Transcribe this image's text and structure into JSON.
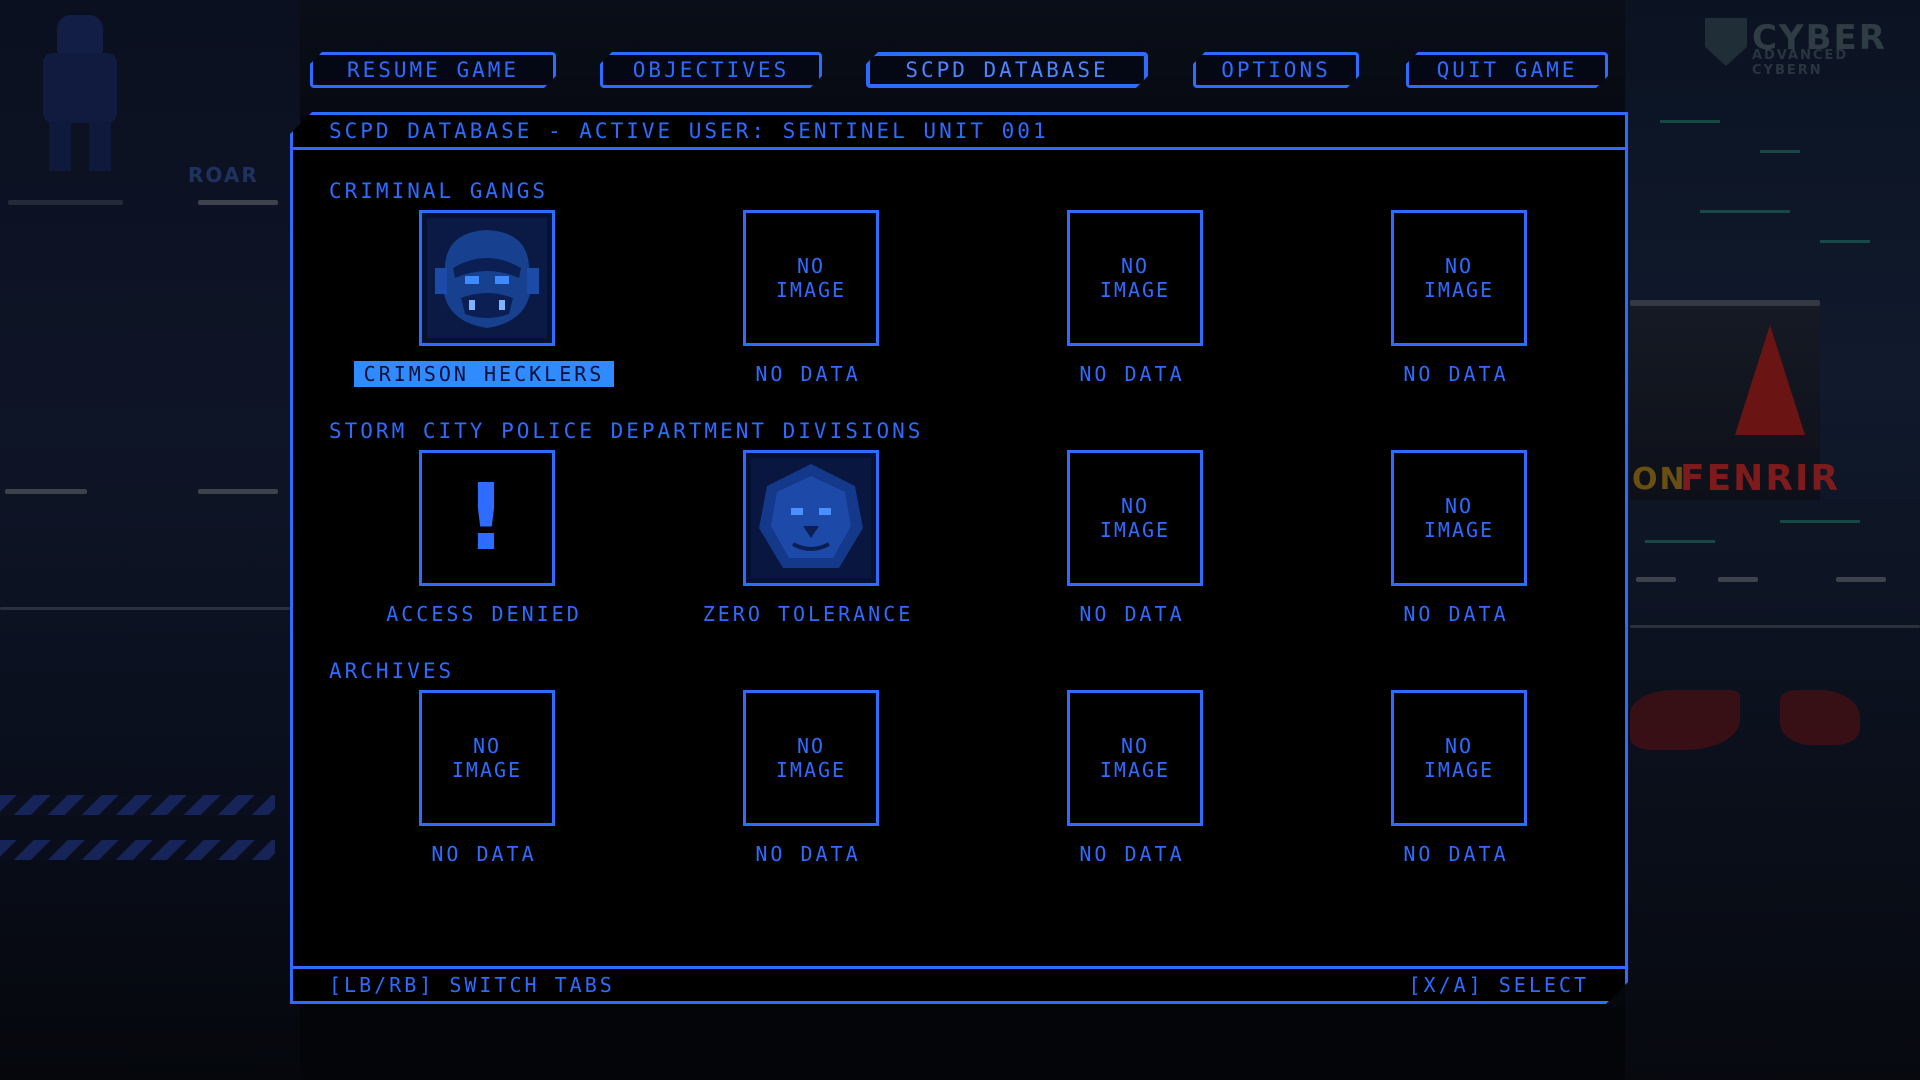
{
  "menu": {
    "resume": "RESUME GAME",
    "objectives": "OBJECTIVES",
    "database": "SCPD DATABASE",
    "options": "OPTIONS",
    "quit": "QUIT GAME"
  },
  "background": {
    "left_text": "ROAR",
    "logo_text": "CYBER",
    "logo_subtext": "ADVANCED CYBERN",
    "sign_text": "FENRIR",
    "sign_prefix": "ON"
  },
  "panel": {
    "header": "SCPD DATABASE - ACTIVE USER: SENTINEL UNIT 001",
    "footer_left": "[LB/RB] SWITCH TABS",
    "footer_right": "[X/A] SELECT"
  },
  "sections": {
    "gangs": {
      "title": "CRIMINAL GANGS",
      "items": [
        {
          "label": "CRIMSON HECKLERS",
          "image": "gorilla-emblem"
        },
        {
          "label": "NO DATA",
          "image": "NO\nIMAGE"
        },
        {
          "label": "NO DATA",
          "image": "NO\nIMAGE"
        },
        {
          "label": "NO DATA",
          "image": "NO\nIMAGE"
        }
      ]
    },
    "divisions": {
      "title": "STORM CITY POLICE DEPARTMENT DIVISIONS",
      "items": [
        {
          "label": "ACCESS DENIED",
          "image": "!"
        },
        {
          "label": "ZERO TOLERANCE",
          "image": "lion-emblem"
        },
        {
          "label": "NO DATA",
          "image": "NO\nIMAGE"
        },
        {
          "label": "NO DATA",
          "image": "NO\nIMAGE"
        }
      ]
    },
    "archives": {
      "title": "ARCHIVES",
      "items": [
        {
          "label": "NO DATA",
          "image": "NO\nIMAGE"
        },
        {
          "label": "NO DATA",
          "image": "NO\nIMAGE"
        },
        {
          "label": "NO DATA",
          "image": "NO\nIMAGE"
        },
        {
          "label": "NO DATA",
          "image": "NO\nIMAGE"
        }
      ]
    }
  },
  "colors": {
    "accent": "#2e6bff",
    "selected_bg": "#2f8bff",
    "panel_bg": "#000000"
  }
}
